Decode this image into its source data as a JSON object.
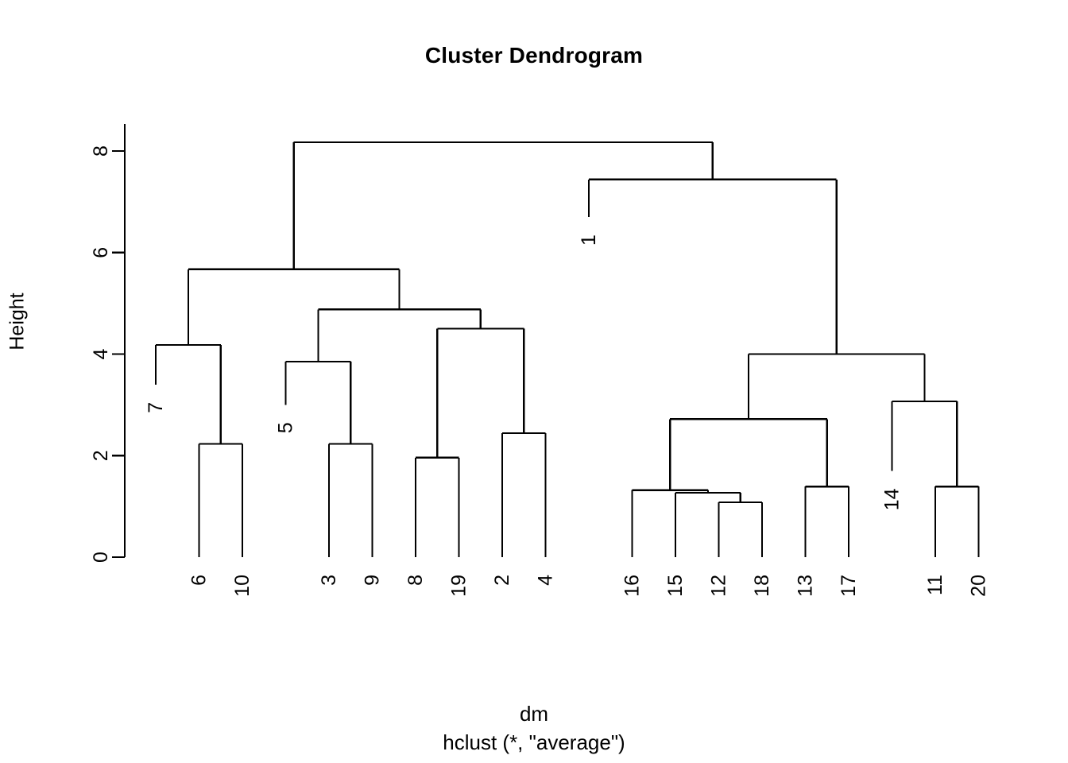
{
  "title": "Cluster Dendrogram",
  "axis": {
    "y_label": "Height",
    "caption_line1": "dm",
    "caption_line2": "hclust (*, \"average\")"
  },
  "style": {
    "line_color": "#000000",
    "background": "#ffffff",
    "text_color": "#000000"
  },
  "chart_data": {
    "type": "dendrogram",
    "title": "Cluster Dendrogram",
    "xlabel": "dm",
    "sublabel": "hclust (*, \"average\")",
    "ylabel": "Height",
    "ylim": [
      0,
      8.4
    ],
    "yticks": [
      0,
      2,
      4,
      6,
      8
    ],
    "ytick_labels": [
      "0",
      "2",
      "4",
      "6",
      "8"
    ],
    "grid": false,
    "linkage": "average",
    "n_leaves": 20,
    "leaf_order": [
      "7",
      "6",
      "10",
      "5",
      "3",
      "9",
      "8",
      "19",
      "2",
      "4",
      "1",
      "16",
      "15",
      "12",
      "18",
      "13",
      "17",
      "14",
      "11",
      "20"
    ],
    "merges": [
      {
        "id": "m1",
        "label": "{6,10}",
        "height": 2.23,
        "left": "6",
        "right": "10"
      },
      {
        "id": "m2",
        "label": "{7,{6,10}}",
        "height": 4.18,
        "left": "7",
        "right": "m1"
      },
      {
        "id": "m3",
        "label": "{3,9}",
        "height": 2.23,
        "left": "3",
        "right": "9"
      },
      {
        "id": "m4",
        "label": "{5,{3,9}}",
        "height": 3.85,
        "left": "5",
        "right": "m3"
      },
      {
        "id": "m5",
        "label": "{8,19}",
        "height": 1.96,
        "left": "8",
        "right": "19"
      },
      {
        "id": "m6",
        "label": "{2,4}",
        "height": 2.44,
        "left": "2",
        "right": "4"
      },
      {
        "id": "m7",
        "label": "{{8,19},{2,4}}",
        "height": 4.5,
        "left": "m5",
        "right": "m6"
      },
      {
        "id": "m8",
        "label": "{{5,{3,9}},{{8,19},{2,4}}}",
        "height": 4.88,
        "left": "m4",
        "right": "m7"
      },
      {
        "id": "m9",
        "label": "left-cluster",
        "height": 5.67,
        "left": "m2",
        "right": "m8"
      },
      {
        "id": "m10",
        "label": "{12,18}",
        "height": 1.08,
        "left": "12",
        "right": "18"
      },
      {
        "id": "m11",
        "label": "{15,{12,18}}",
        "height": 1.27,
        "left": "15",
        "right": "m10"
      },
      {
        "id": "m12",
        "label": "{16,{15,{12,18}}}",
        "height": 1.32,
        "left": "16",
        "right": "m11"
      },
      {
        "id": "m13",
        "label": "{13,17}",
        "height": 1.39,
        "left": "13",
        "right": "17"
      },
      {
        "id": "m14",
        "label": "{16-group,{13,17}}",
        "height": 2.72,
        "left": "m12",
        "right": "m13"
      },
      {
        "id": "m15",
        "label": "{11,20}",
        "height": 1.39,
        "left": "11",
        "right": "20"
      },
      {
        "id": "m16",
        "label": "{14,{11,20}}",
        "height": 3.07,
        "left": "14",
        "right": "m15"
      },
      {
        "id": "m17",
        "label": "right-lower",
        "height": 4.0,
        "left": "m14",
        "right": "m16"
      },
      {
        "id": "m18",
        "label": "{1,right-lower}",
        "height": 7.44,
        "left": "1",
        "right": "m17"
      },
      {
        "id": "m19",
        "label": "root",
        "height": 8.17,
        "left": "m9",
        "right": "m18"
      }
    ],
    "leaf_heights": {
      "7": 3.4,
      "6": 0,
      "10": 0,
      "5": 3.0,
      "3": 0,
      "9": 0,
      "8": 0,
      "19": 0,
      "2": 0,
      "4": 0,
      "1": 6.7,
      "16": 0,
      "15": 0,
      "12": 0,
      "18": 0,
      "13": 0,
      "17": 0,
      "14": 1.7,
      "11": 0,
      "20": 0
    }
  }
}
